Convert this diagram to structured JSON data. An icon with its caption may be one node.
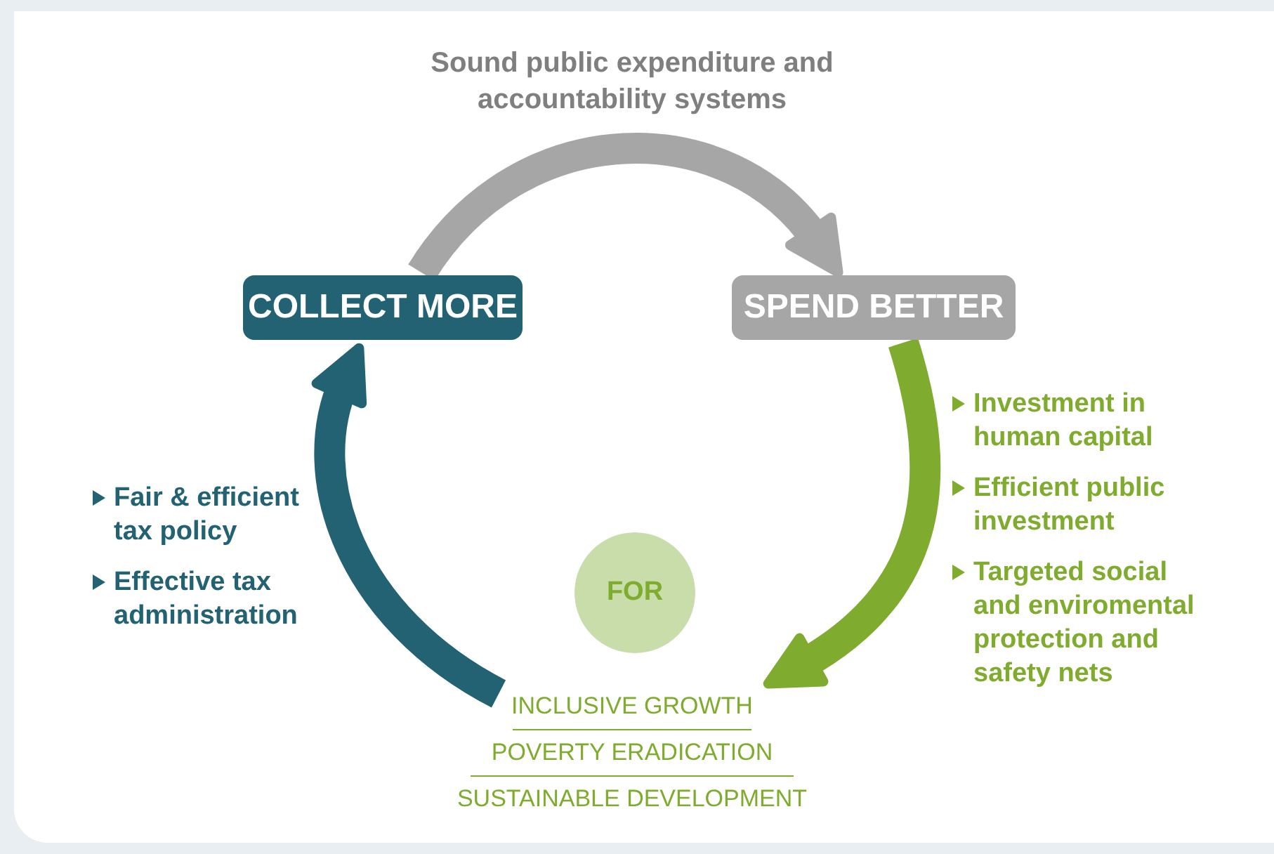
{
  "diagram": {
    "nodes": [
      {
        "text": [
          "COLLECT MORE"
        ]
      },
      {
        "text": [
          "SPEND BETTER"
        ]
      },
      {
        "text": [
          "FOR"
        ]
      },
      {
        "text": [
          "INCLUSIVE GROWTH",
          "POVERTY ERADICATION",
          "SUSTAINABLE DEVELOPMENT"
        ]
      }
    ],
    "edges": [
      {
        "from": 0,
        "to": 1,
        "arrow": "to",
        "color": "#a6a6a6"
      },
      {
        "from": 1,
        "to": 3,
        "arrow": "to",
        "color": "#7fab2e"
      },
      {
        "from": 3,
        "to": 0,
        "arrow": "to",
        "color": "#236272"
      }
    ],
    "labels": [
      "Sound public expenditure and accountability systems",
      "Fair & efficient tax policy",
      "Effective tax administration",
      "Investment in human capital",
      "Efficient public investment",
      "Targeted social and enviromental protection and safety nets"
    ]
  }
}
